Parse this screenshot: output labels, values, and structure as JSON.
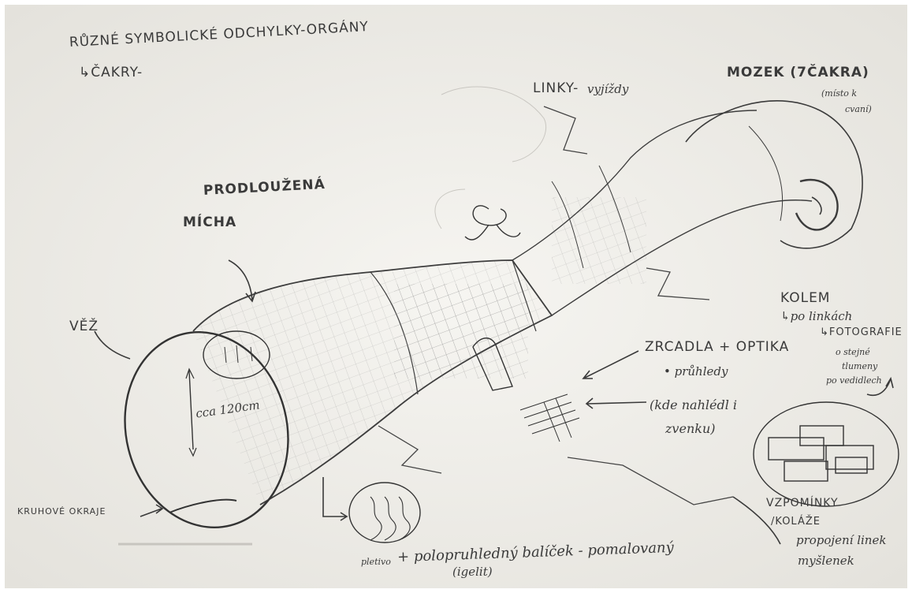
{
  "paper_color": "#f4f3ef",
  "pencil_color": "#3a3a3a",
  "labels": {
    "title": "RŮZNÉ SYMBOLICKÉ ODCHYLKY-ORGÁNY",
    "cakry": "↳ČAKRY-",
    "linky": "LINKY-",
    "linky_note": "vyjíždy",
    "mozek": "MOZEK (7ČAKRA)",
    "mozek_note_1": "(místo k",
    "mozek_note_2": "cvaní)",
    "prodlouzena": "PRODLOUŽENÁ",
    "micha": "MÍCHA",
    "vez": "VĚŽ",
    "cca": "cca 120cm",
    "kolem": "KOLEM",
    "kolem_sub1": "↳po linkách",
    "kolem_sub2": "↳FOTOGRAFIE",
    "foto_note_1": "o stejné",
    "foto_note_2": "tlumeny",
    "foto_note_3": "po vedidlech",
    "zrcadla": "ZRCADLA + OPTIKA",
    "pruhledy": "• průhledy",
    "kam_1": "(kde nahlédl i",
    "kam_2": "zvenku)",
    "kruhove": "KRUHOVÉ OKRAJE",
    "pletivo": "pletivo",
    "balicek": "+ polopruhledný balíček - pomalovaný",
    "igelit": "(igelit)",
    "vzpominky": "VZPOMÍNKY",
    "koleze": "/KOLÁŽE",
    "propojeni_1": "propojení linek",
    "propojeni_2": "myšlenek"
  }
}
